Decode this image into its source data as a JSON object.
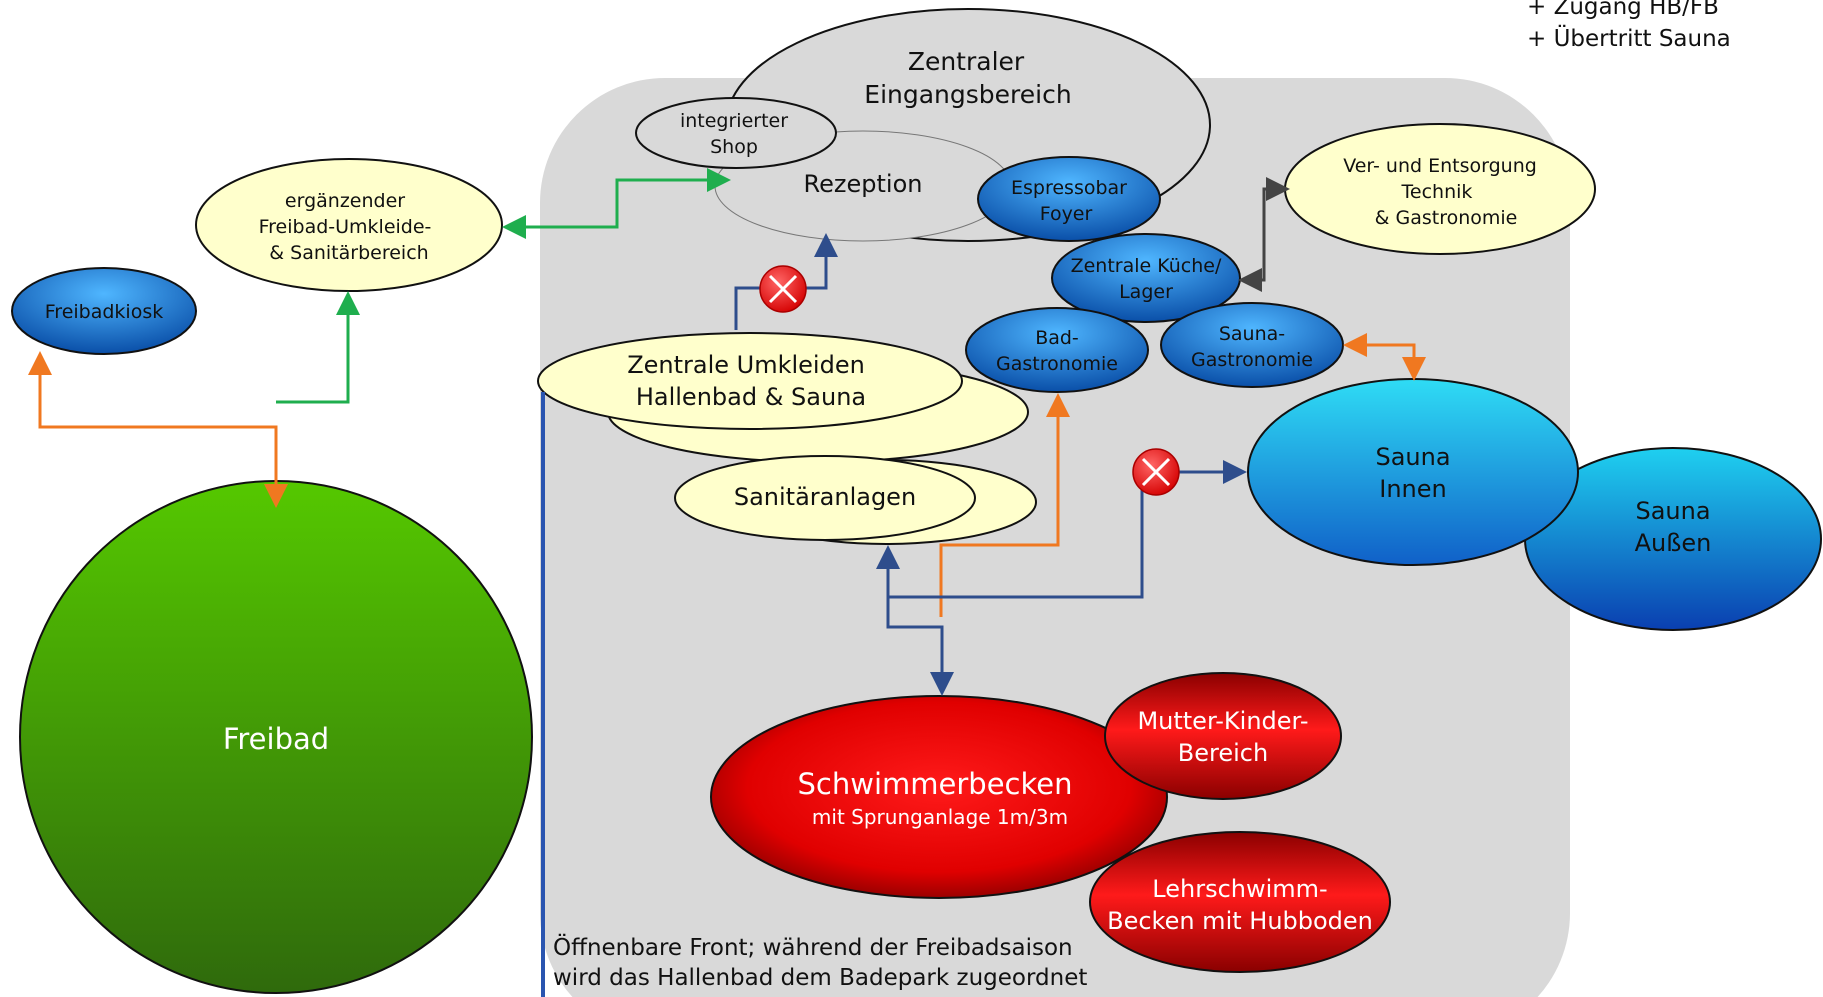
{
  "legend": {
    "line1": "+ Zugang HB/FB",
    "line2": "+ Übertritt Sauna"
  },
  "nodes": {
    "zentraler_eingang": {
      "line1": "Zentraler",
      "line2": "Eingangsbereich"
    },
    "shop": {
      "line1": "integrierter",
      "line2": "Shop"
    },
    "rezeption": {
      "line1": "Rezeption"
    },
    "espressobar": {
      "line1": "Espressobar",
      "line2": "Foyer"
    },
    "ver_entsorgung": {
      "line1": "Ver- und Entsorgung",
      "line2": "Technik",
      "line3": "& Gastronomie"
    },
    "zentrale_kueche": {
      "line1": "Zentrale Küche/",
      "line2": "Lager"
    },
    "bad_gastronomie": {
      "line1": "Bad-",
      "line2": "Gastronomie"
    },
    "sauna_gastronomie": {
      "line1": "Sauna-",
      "line2": "Gastronomie"
    },
    "zentrale_umkleiden": {
      "line1": "Zentrale Umkleiden",
      "line2": "Hallenbad & Sauna"
    },
    "sanitaeranlagen": {
      "line1": "Sanitäranlagen"
    },
    "sauna_innen": {
      "line1": "Sauna",
      "line2": "Innen"
    },
    "sauna_aussen": {
      "line1": "Sauna",
      "line2": "Außen"
    },
    "freibad_umkleide": {
      "line1": "ergänzender",
      "line2": "Freibad-Umkleide-",
      "line3": "& Sanitärbereich"
    },
    "freibadkiosk": {
      "line1": "Freibadkiosk"
    },
    "freibad": {
      "line1": "Freibad"
    },
    "schwimmerbecken": {
      "line1": "Schwimmerbecken",
      "line2": "mit Sprunganlage 1m/3m"
    },
    "mutter_kinder": {
      "line1": "Mutter-Kinder-",
      "line2": "Bereich"
    },
    "lehrschwimm": {
      "line1": "Lehrschwimm-",
      "line2": "Becken mit Hubboden"
    }
  },
  "annotation": {
    "line1": "Öffnenbare Front; während der Freibadsaison",
    "line2": "wird das Hallenbad dem Badepark zugeordnet"
  },
  "colors": {
    "hall_background": "#d9d9d9",
    "cream": "#ffffcc",
    "blue_node": "#1f78d1",
    "cyan_node": "#20c4e8",
    "red_node": "#e00000",
    "green_node": "#4ab300",
    "connector_blue": "#2e4d8c",
    "connector_green": "#1fae4e",
    "connector_orange": "#f07820",
    "blocked_marker": "#ee1111"
  }
}
